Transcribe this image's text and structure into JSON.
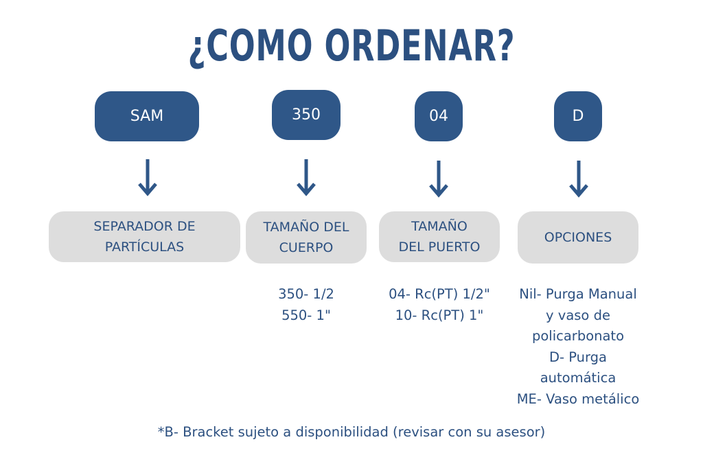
{
  "title": "¿COMO ORDENAR?",
  "colors": {
    "box": "#2f5788",
    "label_bg": "#dddddd",
    "text": "#2c5080"
  },
  "columns": [
    {
      "code": "SAM",
      "label": "SEPARADOR DE\nPARTÍCULAS",
      "options": ""
    },
    {
      "code": "350",
      "label": "TAMAÑO DEL\nCUERPO",
      "options": "350- 1/2\n550- 1\""
    },
    {
      "code": "04",
      "label": "TAMAÑO\nDEL PUERTO",
      "options": "04- Rc(PT) 1/2\"\n10- Rc(PT) 1\""
    },
    {
      "code": "D",
      "label": "OPCIONES",
      "options": "Nil- Purga Manual\ny vaso de\npolicarbonato\nD- Purga\nautomática\nME- Vaso metálico"
    }
  ],
  "footnote": "*B- Bracket sujeto a disponibilidad (revisar con su asesor)"
}
